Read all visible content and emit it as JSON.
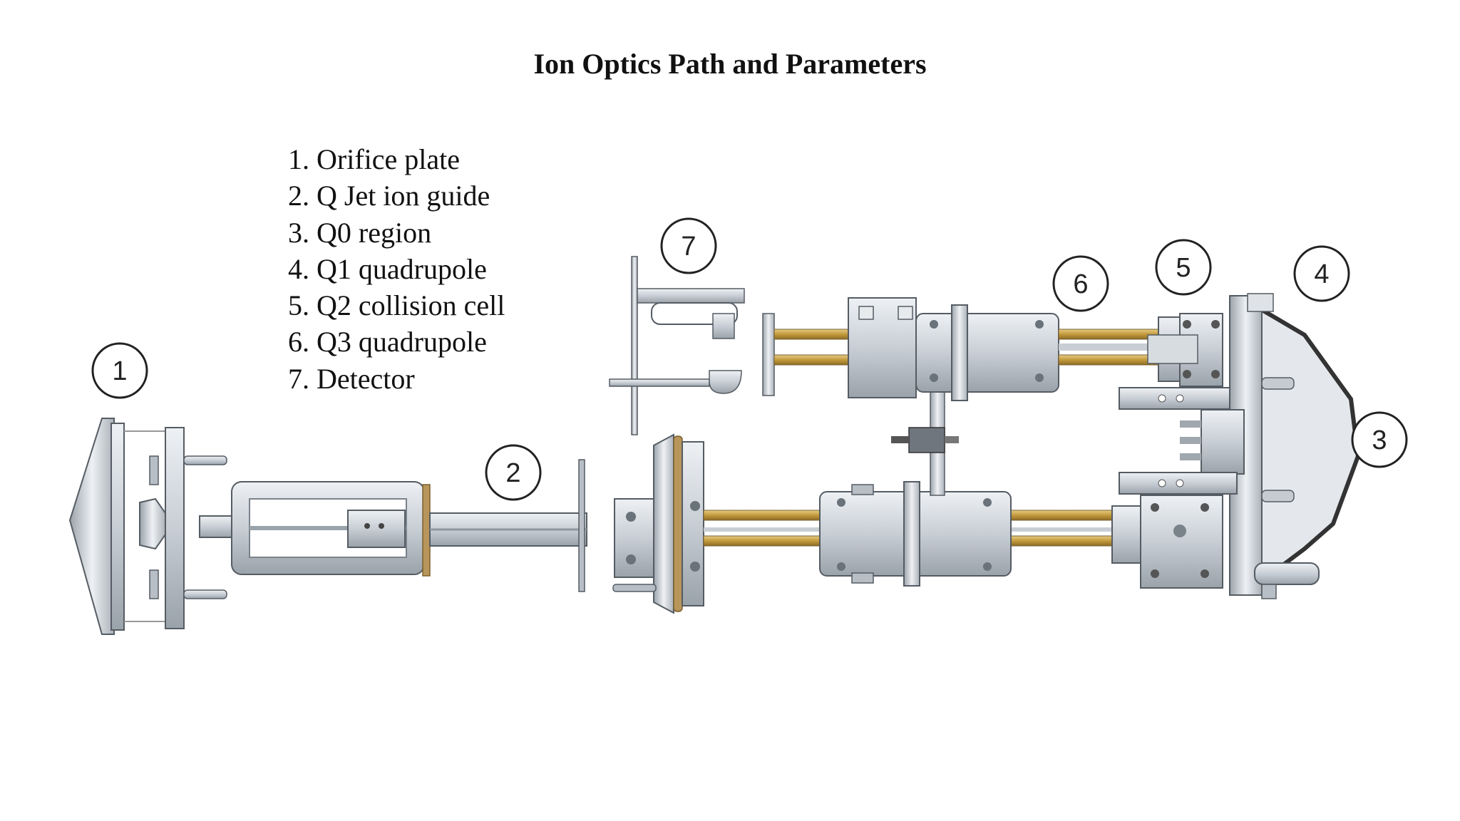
{
  "title": "Ion Optics Path and Parameters",
  "legend": [
    "1. Orifice plate",
    "2. Q Jet ion guide",
    "3. Q0 region",
    "4. Q1 quadrupole",
    "5. Q2 collision cell",
    "6. Q3 quadrupole",
    "7. Detector"
  ],
  "callouts": [
    "1",
    "2",
    "3",
    "4",
    "5",
    "6",
    "7"
  ],
  "colors": {
    "metal": "#cfd4db",
    "metal_dark": "#8f979f",
    "rod_gold": "#c9a54a",
    "outline": "#555c63",
    "ring_gold": "#b8955a"
  }
}
